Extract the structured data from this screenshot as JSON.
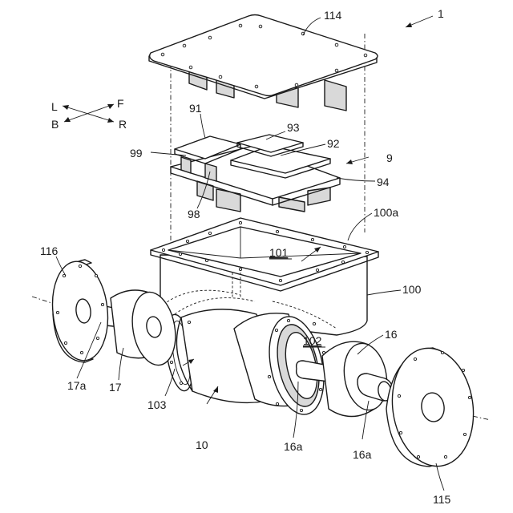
{
  "labels": {
    "fig": "1",
    "cover": "114",
    "board91": "91",
    "board93": "93",
    "board92": "92",
    "board99": "99",
    "assy9": "9",
    "plate94": "94",
    "part98": "98",
    "flange100a": "100a",
    "space101": "101",
    "housing100": "100",
    "opening102": "102",
    "rotor16": "16",
    "plate116": "116",
    "shaft17a": "17a",
    "rotor17": "17",
    "part103": "103",
    "motor10": "10",
    "shaft16a_left": "16a",
    "shaft16a_right": "16a",
    "plate115": "115"
  },
  "directions": {
    "left": "L",
    "front": "F",
    "back": "B",
    "right": "R"
  }
}
